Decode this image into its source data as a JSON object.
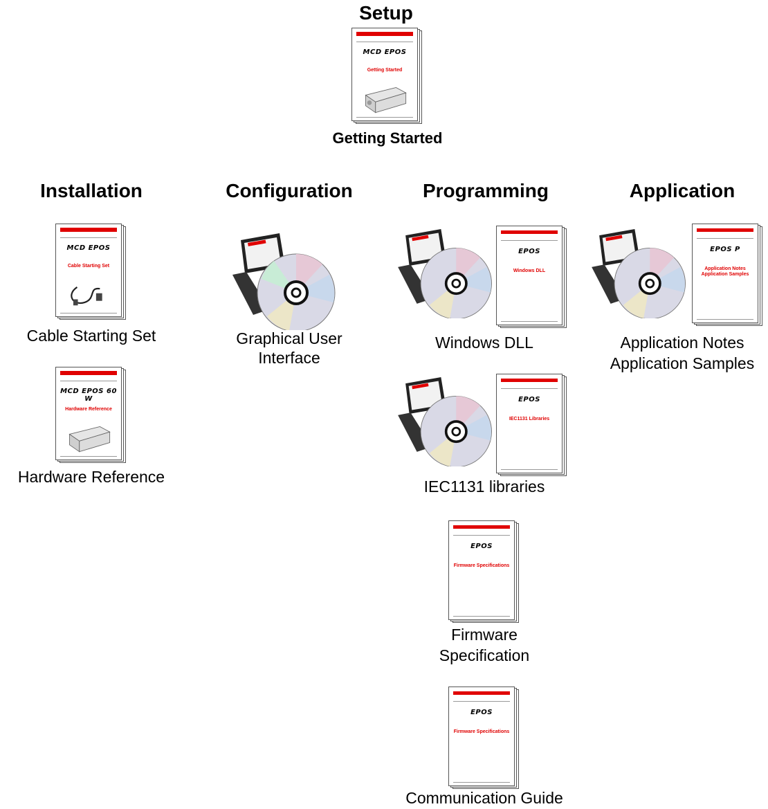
{
  "setup": {
    "heading": "Setup",
    "doc": {
      "logo": "MCD EPOS",
      "red": "Getting Started",
      "caption": "Getting Started"
    }
  },
  "columns": {
    "installation": "Installation",
    "configuration": "Configuration",
    "programming": "Programming",
    "application": "Application"
  },
  "installation": {
    "cable": {
      "logo": "MCD EPOS",
      "red": "Cable Starting Set",
      "caption": "Cable Starting Set"
    },
    "hardware": {
      "logo": "MCD EPOS 60 W",
      "red": "Hardware Reference",
      "caption": "Hardware Reference"
    }
  },
  "configuration": {
    "gui": {
      "caption_line1": "Graphical User",
      "caption_line2": "Interface"
    }
  },
  "programming": {
    "dll": {
      "logo": "EPOS",
      "red": "Windows DLL",
      "caption": "Windows DLL"
    },
    "iec": {
      "logo": "EPOS",
      "red": "IEC1131 Libraries",
      "caption": "IEC1131 libraries"
    },
    "firmware": {
      "logo": "EPOS",
      "red": "Firmware Specifications",
      "caption_line1": "Firmware",
      "caption_line2": "Specification"
    },
    "communication": {
      "logo": "EPOS",
      "red": "Firmware Specifications",
      "caption": "Communication Guide"
    }
  },
  "application": {
    "notes": {
      "logo": "EPOS P",
      "red": "Application Notes Application Samples",
      "caption_line1": "Application Notes",
      "caption_line2": "Application Samples"
    }
  },
  "colors": {
    "accent_red": "#e00000"
  },
  "icons": [
    "document-stack-icon",
    "cd-laptop-icon"
  ]
}
